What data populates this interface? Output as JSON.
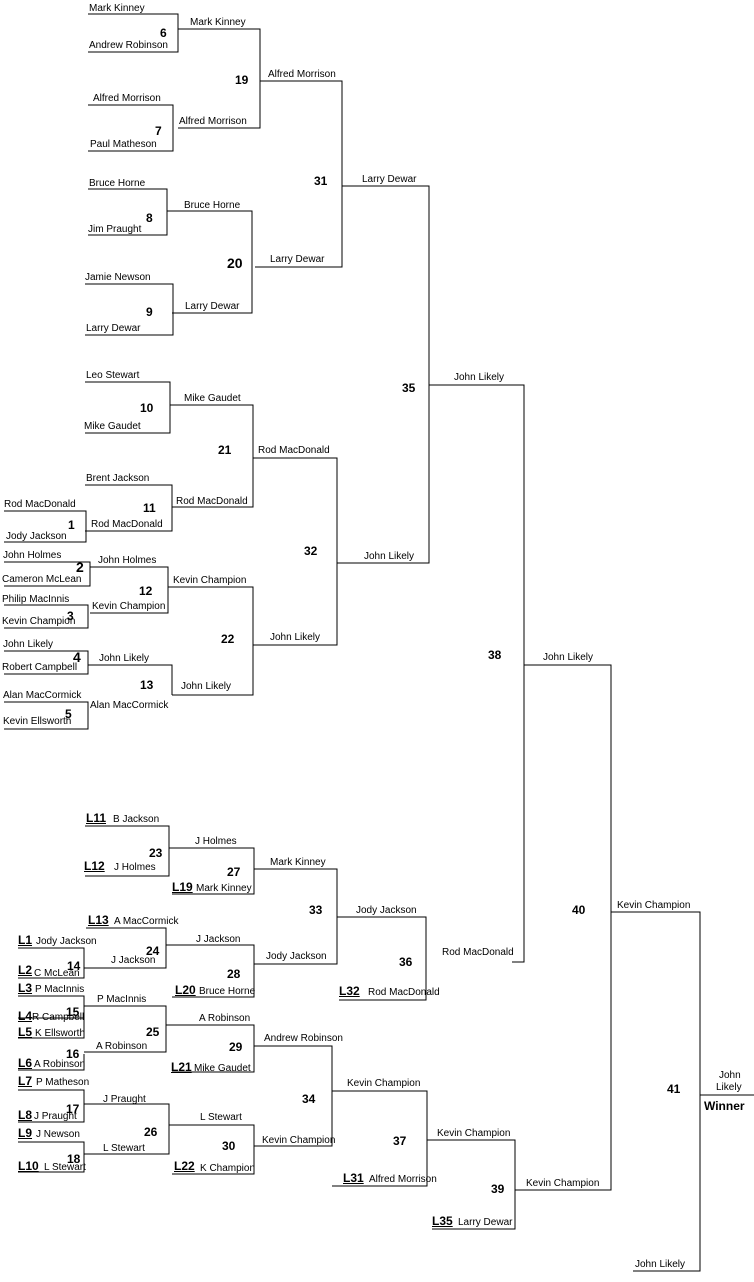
{
  "names": {
    "a1": "Mark Kinney",
    "a2": "Andrew Robinson",
    "a3": "Mark Kinney",
    "a4": "Alfred Morrison",
    "a5": "Alfred Morrison",
    "a6": "Paul Matheson",
    "a7": "Alfred Morrison",
    "a8": "Bruce Horne",
    "a9": "Jim Praught",
    "a10": "Bruce Horne",
    "a11": "Jamie Newson",
    "a12": "Larry Dewar",
    "a13": "Larry Dewar",
    "a14": "Larry Dewar",
    "a15": "Larry Dewar",
    "a16": "Leo Stewart",
    "a17": "Mike Gaudet",
    "a18": "Mike Gaudet",
    "a19": "Brent Jackson",
    "a20": "Rod MacDonald",
    "a21": "Jody Jackson",
    "a22": "Rod MacDonald",
    "a23": "Rod MacDonald",
    "a24": "Rod MacDonald",
    "a25": "John Holmes",
    "a26": "Cameron McLean",
    "a27": "John Holmes",
    "a28": "Kevin Champion",
    "a29": "Philip MacInnis",
    "a30": "Kevin Champion",
    "a31": "Kevin Champion",
    "a32": "John Likely",
    "a33": "Robert Campbell",
    "a34": "John Likely",
    "a35": "Alan MacCormick",
    "a36": "Kevin Ellsworth",
    "a37": "Alan MacCormick",
    "a38": "John Likely",
    "a39": "John Likely",
    "a40": "John Likely",
    "a41": "John Likely",
    "b1": "B Jackson",
    "b2": "J Holmes",
    "b3": "J Holmes",
    "b4": "Mark Kinney",
    "b5": "Mark Kinney",
    "b6": "Jody Jackson",
    "b7": "A MacCormick",
    "b8": "Jody Jackson",
    "b9": "C McLean",
    "b10": "J Jackson",
    "b11": "J Jackson",
    "b12": "Bruce Horne",
    "b13": "Jody Jackson",
    "b14": "Rod MacDonald",
    "b15": "Rod MacDonald",
    "b16": "P MacInnis",
    "b17": "R Campbell",
    "b18": "P MacInnis",
    "b19": "K Ellsworth",
    "b20": "A Robinson",
    "b21": "A Robinson",
    "b22": "A Robinson",
    "b23": "Mike Gaudet",
    "b24": "Andrew Robinson",
    "b25": "P Matheson",
    "b26": "J Praught",
    "b27": "J Praught",
    "b28": "J Newson",
    "b29": "L Stewart",
    "b30": "L Stewart",
    "b31": "L Stewart",
    "b32": "K Champion",
    "b33": "Kevin Champion",
    "b34": "Kevin Champion",
    "b35": "Alfred Morrison",
    "b36": "Kevin Champion",
    "b37": "Larry Dewar",
    "b38": "Kevin Champion",
    "b39": "Kevin Champion",
    "b40": "John Likely",
    "b41": "Likely"
  },
  "games": {
    "g1": "1",
    "g2": "2",
    "g3": "3",
    "g4": "4",
    "g5": "5",
    "g6": "6",
    "g7": "7",
    "g8": "8",
    "g9": "9",
    "g10": "10",
    "g11": "11",
    "g12": "12",
    "g13": "13",
    "g14": "14",
    "g15": "15",
    "g16": "16",
    "g17": "17",
    "g18": "18",
    "g19": "19",
    "g20": "20",
    "g21": "21",
    "g22": "22",
    "g23": "23",
    "g24": "24",
    "g25": "25",
    "g26": "26",
    "g27": "27",
    "g28": "28",
    "g29": "29",
    "g30": "30",
    "g31": "31",
    "g32": "32",
    "g33": "33",
    "g34": "34",
    "g35": "35",
    "g36": "36",
    "g37": "37",
    "g38": "38",
    "g39": "39",
    "g40": "40",
    "g41": "41"
  },
  "losers": {
    "L1": "L1",
    "L2": "L2",
    "L3": "L3",
    "L4": "L4",
    "L5": "L5",
    "L6": "L6",
    "L7": "L7",
    "L8": "L8",
    "L9": "L9",
    "L10": "L10",
    "L11": "L11",
    "L12": "L12",
    "L13": "L13",
    "L19": "L19",
    "L20": "L20",
    "L21": "L21",
    "L22": "L22",
    "L31": "L31",
    "L32": "L32",
    "L35": "L35"
  },
  "final": {
    "champ_first": "John",
    "winner_label": "Winner"
  }
}
